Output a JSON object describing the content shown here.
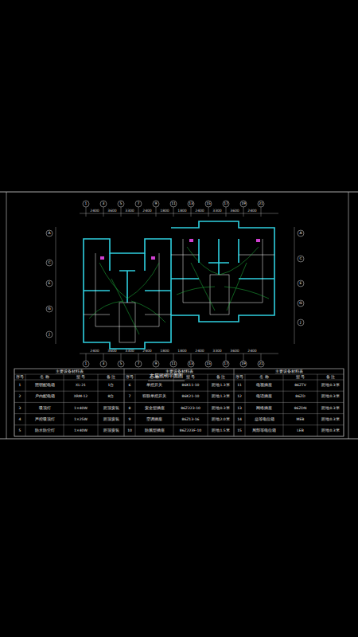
{
  "diagram": {
    "title": "六层照明平面图",
    "labels": [
      "1",
      "3",
      "5",
      "7",
      "9",
      "11",
      "13",
      "15",
      "17",
      "19",
      "21",
      "1",
      "3",
      "5",
      "7",
      "9",
      "11",
      "13",
      "15",
      "17",
      "19",
      "21",
      "2400",
      "3600",
      "3300",
      "2400",
      "1800",
      "1800",
      "2400",
      "3300",
      "3600",
      "2400",
      "2400",
      "3600",
      "3300",
      "2400",
      "1800",
      "1800",
      "2400",
      "3300",
      "3600",
      "2400",
      "A",
      "C",
      "E",
      "G",
      "J",
      "A",
      "C",
      "E",
      "G",
      "J",
      "主要设备材料表",
      "主要设备材料表",
      "主要设备材料表",
      "序号",
      "名 称",
      "型 号",
      "备 注",
      "序号",
      "名 称",
      "型 号",
      "备 注",
      "序号",
      "名 称",
      "型 号",
      "备 注",
      "1",
      "照明配电箱",
      "XL-21",
      "1台",
      "2",
      "户内配电箱",
      "XRM-12",
      "8台",
      "3",
      "吸顶灯",
      "1×40W",
      "距顶安装",
      "4",
      "声控吸顶灯",
      "1×25W",
      "距顶安装",
      "5",
      "防水防尘灯",
      "1×40W",
      "距顶安装",
      "6",
      "单控开关",
      "86K11-10",
      "距地1.3米",
      "7",
      "双联单控开关",
      "86K21-10",
      "距地1.3米",
      "8",
      "安全型插座",
      "86Z223-10",
      "距地0.3米",
      "9",
      "空调插座",
      "86Z13-16",
      "距地2.0米",
      "10",
      "防溅型插座",
      "86Z223F-10",
      "距地1.5米",
      "11",
      "电视插座",
      "86ZTV",
      "距地0.3米",
      "12",
      "电话插座",
      "86ZD",
      "距地0.3米",
      "13",
      "网络插座",
      "86ZDN",
      "距地0.3米",
      "14",
      "总等电位箱",
      "MEB",
      "距地0.3米",
      "15",
      "局部等电位箱",
      "LEB",
      "距地0.3米"
    ]
  }
}
